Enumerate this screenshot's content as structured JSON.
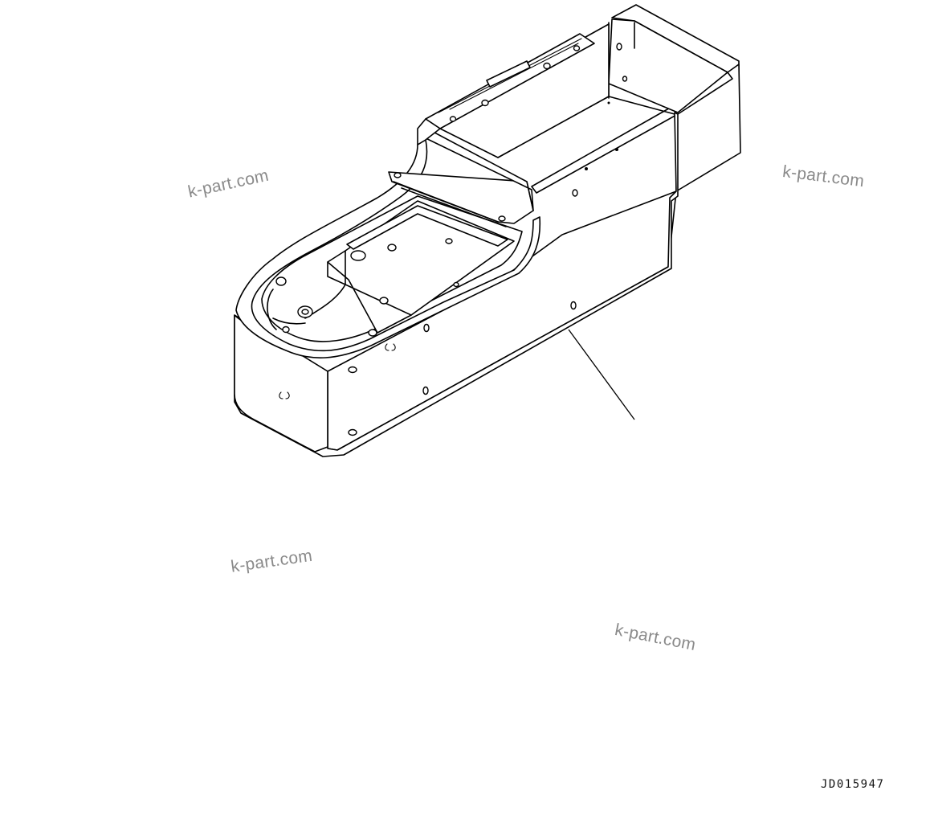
{
  "watermarks": [
    "k-part.com",
    "k-part.com",
    "k-part.com",
    "k-part.com"
  ],
  "figure_id": "JD015947",
  "icons": {
    "drawing": "console-box-line-drawing",
    "leader": "leader-line"
  }
}
